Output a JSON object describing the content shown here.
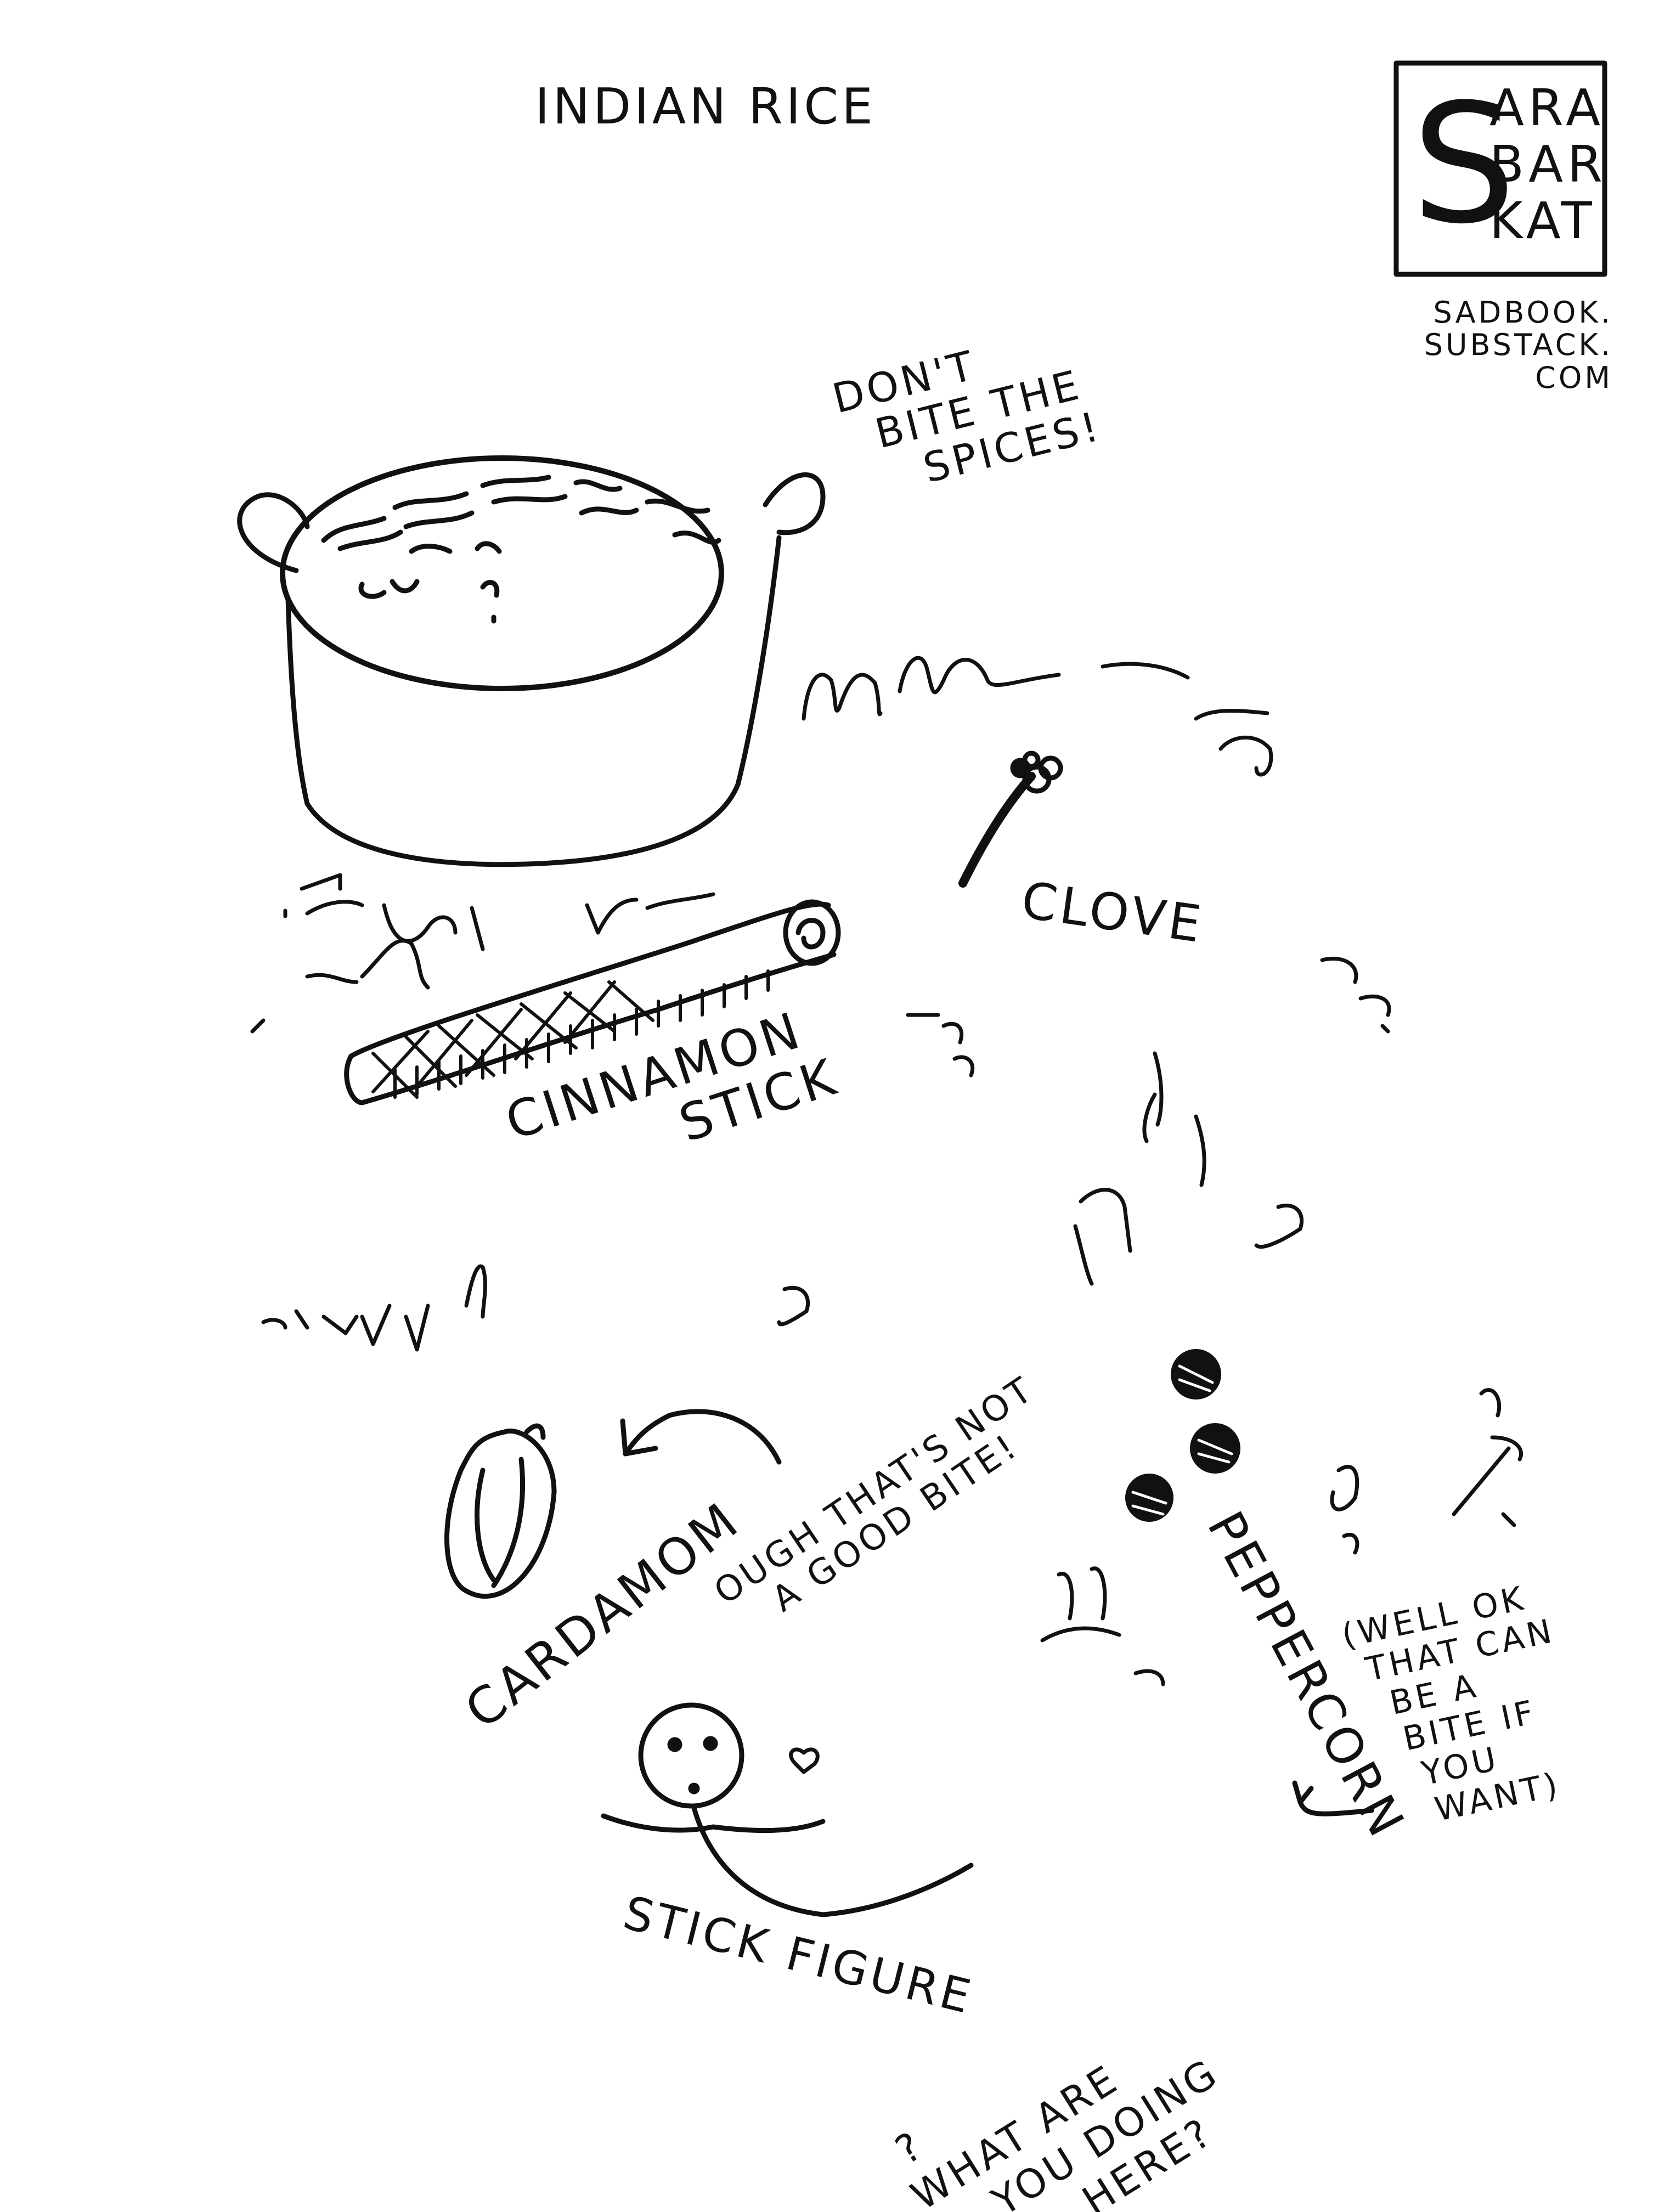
{
  "title": "INDIAN RICE",
  "logo": {
    "text": "SARA BARKAT",
    "lines": [
      "ARA",
      "BAR",
      "KAT"
    ],
    "initial": "S"
  },
  "website": {
    "lines": [
      "SADBOOK.",
      "SUBSTACK.",
      "COM"
    ]
  },
  "notes": {
    "dont_bite": [
      "DON'T",
      "BITE THE",
      "SPICES!"
    ],
    "cardamom_comment": [
      "OUGH THAT'S NOT",
      "A GOOD BITE!"
    ],
    "peppercorn_comment": [
      "(WELL OK",
      "THAT CAN",
      "BE A",
      "BITE IF",
      "YOU",
      "WANT)"
    ],
    "stick_question": [
      "?",
      "WHAT ARE",
      "YOU DOING",
      "HERE?"
    ]
  },
  "labels": {
    "clove": "CLOVE",
    "cinnamon": [
      "CINNAMON",
      "STICK"
    ],
    "cardamom": "CARDAMOM",
    "peppercorn": "PEPPERCORN",
    "stick_figure": "STICK FIGURE"
  },
  "colors": {
    "ink": "#111111",
    "paper": "#ffffff"
  }
}
